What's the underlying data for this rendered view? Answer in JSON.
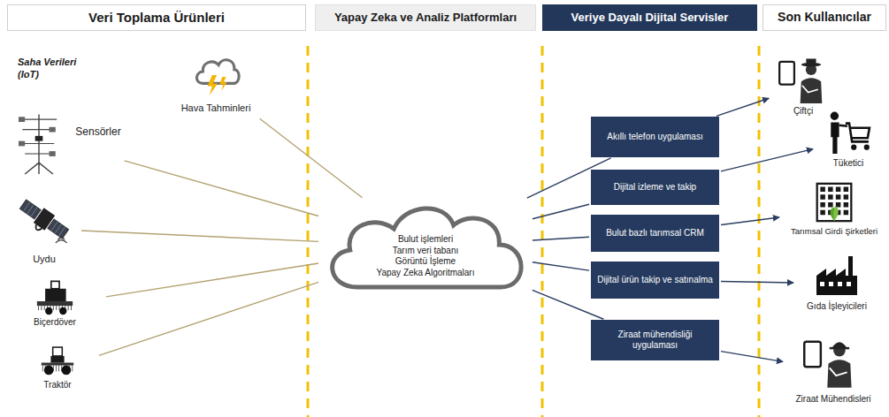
{
  "diagram": {
    "nodes": [
      {
        "text": [
          "Veri Toplama Ürünleri"
        ]
      },
      {
        "text": [
          "Yapay Zeka ve Analiz Platformları"
        ]
      },
      {
        "text": [
          "Veriye Dayalı Dijital Servisler"
        ]
      },
      {
        "text": [
          "Son Kullanıcılar"
        ]
      },
      {
        "text": [
          "Hava Tahminleri"
        ]
      },
      {
        "text": [
          "Sensörler"
        ]
      },
      {
        "text": [
          "Uydu"
        ]
      },
      {
        "text": [
          "Biçerdöver"
        ]
      },
      {
        "text": [
          "Traktör"
        ]
      },
      {
        "text": [
          "Bulut işlemleri",
          "Tarım veri tabanı",
          "Görüntü İşleme",
          "Yapay Zeka Algoritmaları"
        ]
      },
      {
        "text": [
          "Akıllı telefon uygulaması"
        ]
      },
      {
        "text": [
          "Dijital izleme ve takip"
        ]
      },
      {
        "text": [
          "Bulut bazlı tarımsal CRM"
        ]
      },
      {
        "text": [
          "Dijital ürün takip ve satınalma"
        ]
      },
      {
        "text": [
          "Ziraat mühendisliği uygulaması"
        ]
      },
      {
        "text": [
          "Çiftçi"
        ]
      },
      {
        "text": [
          "Tüketici"
        ]
      },
      {
        "text": [
          "Tarımsal Girdi Şirketleri"
        ]
      },
      {
        "text": [
          "Gıda İşleyicileri"
        ]
      },
      {
        "text": [
          "Ziraat Mühendisleri"
        ]
      }
    ],
    "edges": [
      {
        "from": 4,
        "to": 9,
        "arrow": "none"
      },
      {
        "from": 5,
        "to": 9,
        "arrow": "none"
      },
      {
        "from": 6,
        "to": 9,
        "arrow": "none"
      },
      {
        "from": 7,
        "to": 9,
        "arrow": "none"
      },
      {
        "from": 8,
        "to": 9,
        "arrow": "none"
      },
      {
        "from": 9,
        "to": 10,
        "arrow": "none"
      },
      {
        "from": 9,
        "to": 11,
        "arrow": "none"
      },
      {
        "from": 9,
        "to": 12,
        "arrow": "none"
      },
      {
        "from": 9,
        "to": 13,
        "arrow": "none"
      },
      {
        "from": 9,
        "to": 14,
        "arrow": "none"
      },
      {
        "from": 10,
        "to": 15,
        "arrow": "to"
      },
      {
        "from": 11,
        "to": 16,
        "arrow": "to"
      },
      {
        "from": 12,
        "to": 17,
        "arrow": "to"
      },
      {
        "from": 13,
        "to": 18,
        "arrow": "to"
      },
      {
        "from": 14,
        "to": 19,
        "arrow": "to"
      }
    ],
    "labels": [
      "Saha Verileri (IoT)"
    ]
  }
}
